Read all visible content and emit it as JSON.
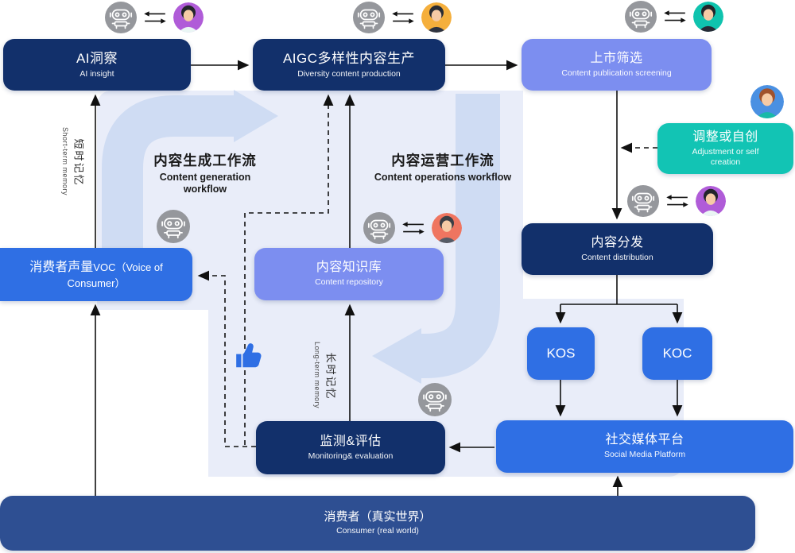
{
  "diagram": {
    "workflow_titles": {
      "generation": {
        "zh": "内容生成工作流",
        "en": "Content generation workflow"
      },
      "operations": {
        "zh": "内容运营工作流",
        "en": "Content operations workflow"
      }
    },
    "memory_labels": {
      "short": {
        "zh": "短时记忆",
        "en": "Short-term memory"
      },
      "long": {
        "zh": "长时记忆",
        "en": "Long-term memory"
      }
    },
    "nodes": {
      "ai_insight": {
        "zh": "AI洞察",
        "en": "AI insight"
      },
      "aigc_production": {
        "zh": "AIGC多样性内容生产",
        "en": "Diversity content production"
      },
      "publication_screening": {
        "zh": "上市筛选",
        "en": "Content publication screening"
      },
      "adjustment": {
        "zh": "调整或自创",
        "en": "Adjustment or self creation"
      },
      "content_distribution": {
        "zh": "内容分发",
        "en": "Content distribution"
      },
      "voc": {
        "zh": "消费者声量",
        "en": "VOC（Voice of Consumer）"
      },
      "content_repository": {
        "zh": "内容知识库",
        "en": "Content repository"
      },
      "kos": {
        "label": "KOS"
      },
      "koc": {
        "label": "KOC"
      },
      "monitoring": {
        "zh": "监测&评估",
        "en": "Monitoring& evaluation"
      },
      "social_media": {
        "zh": "社交媒体平台",
        "en": "Social Media Platform"
      },
      "consumer": {
        "zh": "消费者（真实世界）",
        "en": "Consumer (real world)"
      }
    },
    "icons": {
      "robot": "robot-icon",
      "exchange": "bidirectional-arrows-icon",
      "thumbs_up": "thumbs-up-icon",
      "avatars": [
        "woman-purple",
        "man-orange",
        "man-teal",
        "woman-blue-waving",
        "woman-purple",
        "man-red"
      ]
    },
    "colors": {
      "navy": "#12306B",
      "bright_blue": "#2F6FE4",
      "periwinkle": "#7C8EF0",
      "teal": "#12C4B4",
      "consumer_bar": "#2E4F92",
      "panel": "#E9EDF9",
      "watermark_arrow": "#CFDCF3",
      "connector": "#111111",
      "robot_bg": "#95979C",
      "avatar_purple": "#B05CD8",
      "avatar_orange": "#F5AF3C",
      "avatar_teal": "#0FC3AE",
      "avatar_red": "#EF7560",
      "avatar_blue": "#4A90E2",
      "thumb": "#2F6FE4"
    }
  }
}
